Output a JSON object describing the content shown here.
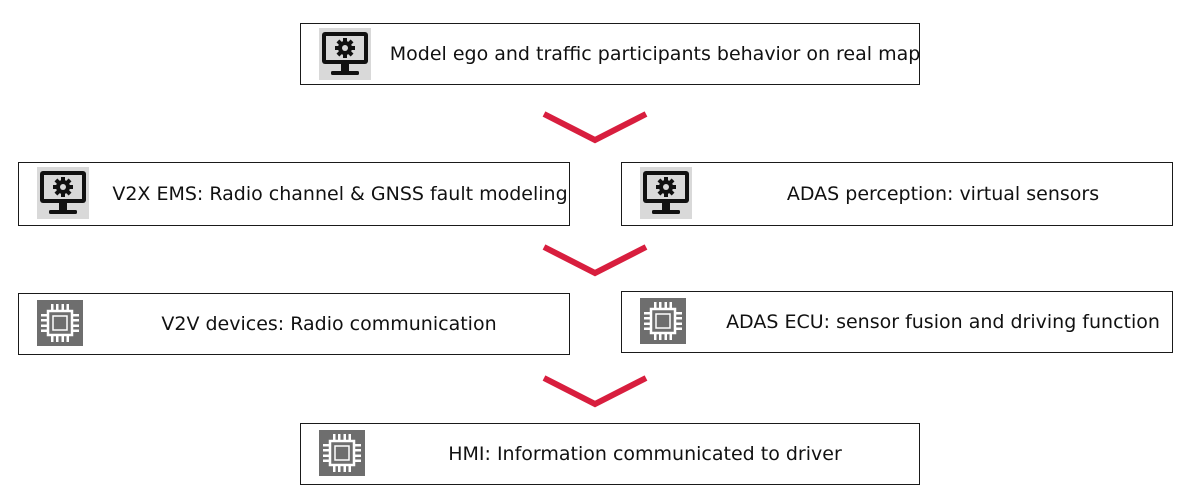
{
  "colors": {
    "arrow": "#d81e3e",
    "border": "#1a1a1a",
    "monitor_icon_bg": "#d9d9d9",
    "chip_icon_bg": "#6e6e6e"
  },
  "steps": [
    {
      "id": "model",
      "icon": "monitor-gear-icon",
      "label": "Model ego and traffic participants behavior on real map"
    },
    {
      "id": "v2x-ems",
      "icon": "monitor-gear-icon",
      "label": "V2X EMS: Radio channel & GNSS fault modeling"
    },
    {
      "id": "adas-perception",
      "icon": "monitor-gear-icon",
      "label": "ADAS perception: virtual sensors"
    },
    {
      "id": "v2v-devices",
      "icon": "chip-icon",
      "label": "V2V devices: Radio communication"
    },
    {
      "id": "adas-ecu",
      "icon": "chip-icon",
      "label": "ADAS ECU: sensor fusion and driving function"
    },
    {
      "id": "hmi",
      "icon": "chip-icon",
      "label": "HMI: Information communicated to driver"
    }
  ]
}
